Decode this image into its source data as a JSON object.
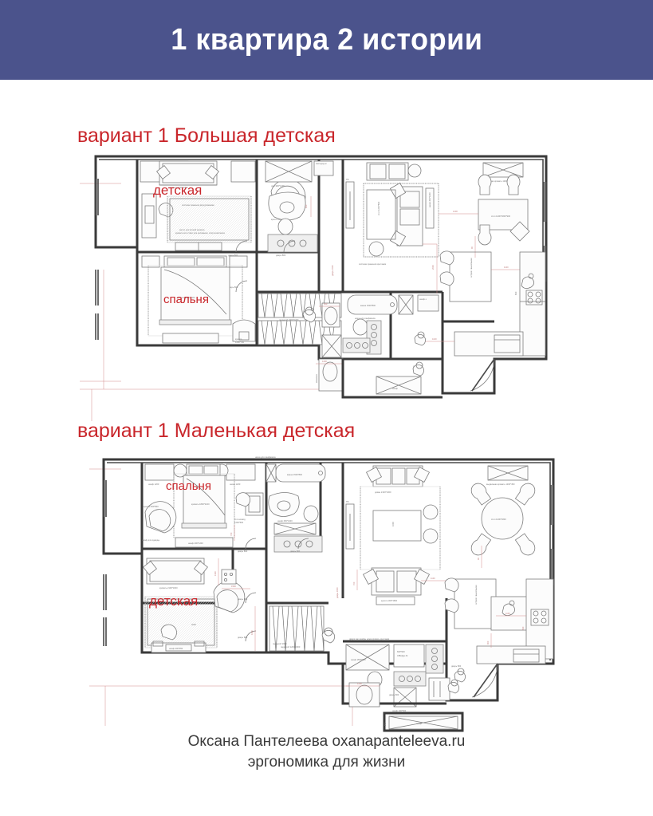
{
  "banner": {
    "title": "1 квартира 2 истории",
    "bg_color": "#4b538c",
    "text_color": "#ffffff"
  },
  "accent_color": "#c9262b",
  "sections": [
    {
      "id": "plan-1",
      "title": "вариант 1 Большая детская",
      "room_labels": [
        {
          "name": "детская",
          "text": "детская"
        },
        {
          "name": "спальня",
          "text": "спальня"
        }
      ],
      "annotations": [
        "кровать 2100*1000",
        "система хранения двухуровневая",
        "место для второй кровати,",
        "кровати или ствол для рисования, спорт.комплекса",
        "кресло 800*800",
        "душ 900*1400",
        "светодид.м",
        "дверь 800",
        "шкаф 1400*600*900",
        "выдвижная кровать 1200*450",
        "диван 2100*1000",
        "система хранения кресами",
        "стол 1400*1800*900",
        "остров с выкатными",
        "ванна 1500*800",
        "ниша для санфаянса",
        "шкаф 700*500",
        "шкаф",
        "гардероб 1900*2200",
        "1200",
        "600",
        "1100",
        "1200",
        "кровать 1800*2000"
      ]
    },
    {
      "id": "plan-2",
      "title": "вариант 1 Маленькая детская",
      "room_labels": [
        {
          "name": "спальня",
          "text": "спальня"
        },
        {
          "name": "детская",
          "text": "детская"
        }
      ],
      "annotations": [
        "ниша для санфаянса",
        "шкаф 1200",
        "кровать 1800*2100",
        "кресло 600*800",
        "ванна 1500*800",
        "шкаф 250*1300",
        "кровать 2100*1000",
        "шкаф 400*950",
        "гардероб 1600",
        "гардероб 1200*2000",
        "дверь 800",
        "диван 2100*1000",
        "выдвижная кровать 1200*450",
        "стол 1200*1800",
        "кресло 300*1500",
        "двери как шкафы нижа кровать креслами",
        "шкаф 1500*800",
        "600*900 СВЧ/Дух.М",
        "шкаф 100*500",
        "шкаф",
        "1500",
        "1100",
        "4000",
        "1200"
      ]
    }
  ],
  "footer": {
    "line1": "Оксана Пантелеева oxanapanteleeva.ru",
    "line2": "эргономика для жизни"
  }
}
